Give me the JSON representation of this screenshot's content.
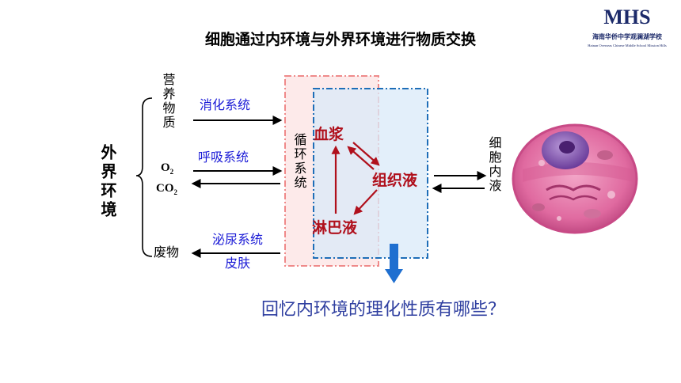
{
  "slide": {
    "title": "细胞通过内环境与外界环境进行物质交换",
    "logo": {
      "letters": "MHS",
      "cn": "海南华侨中学观澜湖学校",
      "en": "Hainan Overseas Chinese Middle School Mission Hills"
    },
    "external": "外界环境",
    "nutrients": "营养物质",
    "o2": "O2",
    "co2": "CO2",
    "waste": "废物",
    "digestive": "消化系统",
    "respiratory": "呼吸系统",
    "urinary": "泌尿系统",
    "skin": "皮肤",
    "circulation": "循环系统",
    "plasma": "血浆",
    "tissue_fluid": "组织液",
    "lymph": "淋巴液",
    "intracellular": "细胞内液",
    "question": "回忆内环境的理化性质有哪些？"
  },
  "colors": {
    "title": "#000000",
    "systems_blue": "#1a1ad6",
    "fluid_red": "#b0101c",
    "question_blue": "#2f3fa0",
    "arrow_blue": "#1f6fd0",
    "logo_navy": "#1c2a6a",
    "logo_red": "#c4242c"
  }
}
